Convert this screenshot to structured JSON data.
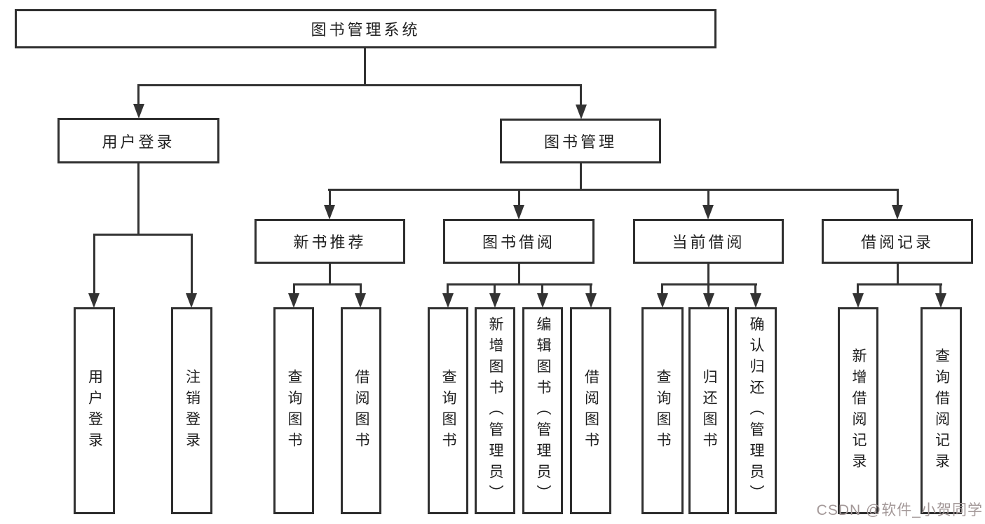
{
  "nodes": {
    "root": "图书管理系统",
    "level2": [
      "用户登录",
      "图书管理"
    ],
    "level3": [
      "新书推荐",
      "图书借阅",
      "当前借阅",
      "借阅记录"
    ],
    "login_children": [
      "用户登录",
      "注销登录"
    ],
    "newbook_children": [
      "查询图书",
      "借阅图书"
    ],
    "borrow_children": [
      "查询图书",
      "新增图书（管理员）",
      "编辑图书（管理员）",
      "借阅图书"
    ],
    "current_children": [
      "查询图书",
      "归还图书",
      "确认归还（管理员）"
    ],
    "record_children": [
      "新增借阅记录",
      "查询借阅记录"
    ]
  },
  "watermark": "CSDN @软件_小贺同学",
  "colors": {
    "line": "#333333",
    "box_border": "#2f2f2f",
    "text": "#1f1f1f",
    "watermark": "#a39898",
    "background": "#ffffff"
  }
}
